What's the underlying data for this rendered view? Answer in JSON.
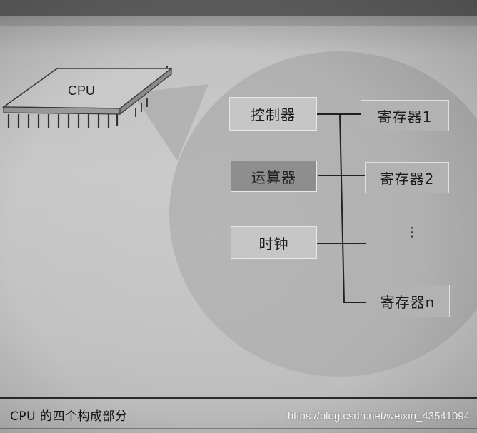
{
  "cpu": {
    "label": "CPU"
  },
  "components": {
    "controller": "控制器",
    "alu": "运算器",
    "clock": "时钟"
  },
  "registers": {
    "r1": "寄存器1",
    "r2": "寄存器2",
    "ellipsis": "⋮",
    "rn": "寄存器n"
  },
  "caption": "CPU 的四个构成部分",
  "watermark": "https://blog.csdn.net/weixin_43541094"
}
